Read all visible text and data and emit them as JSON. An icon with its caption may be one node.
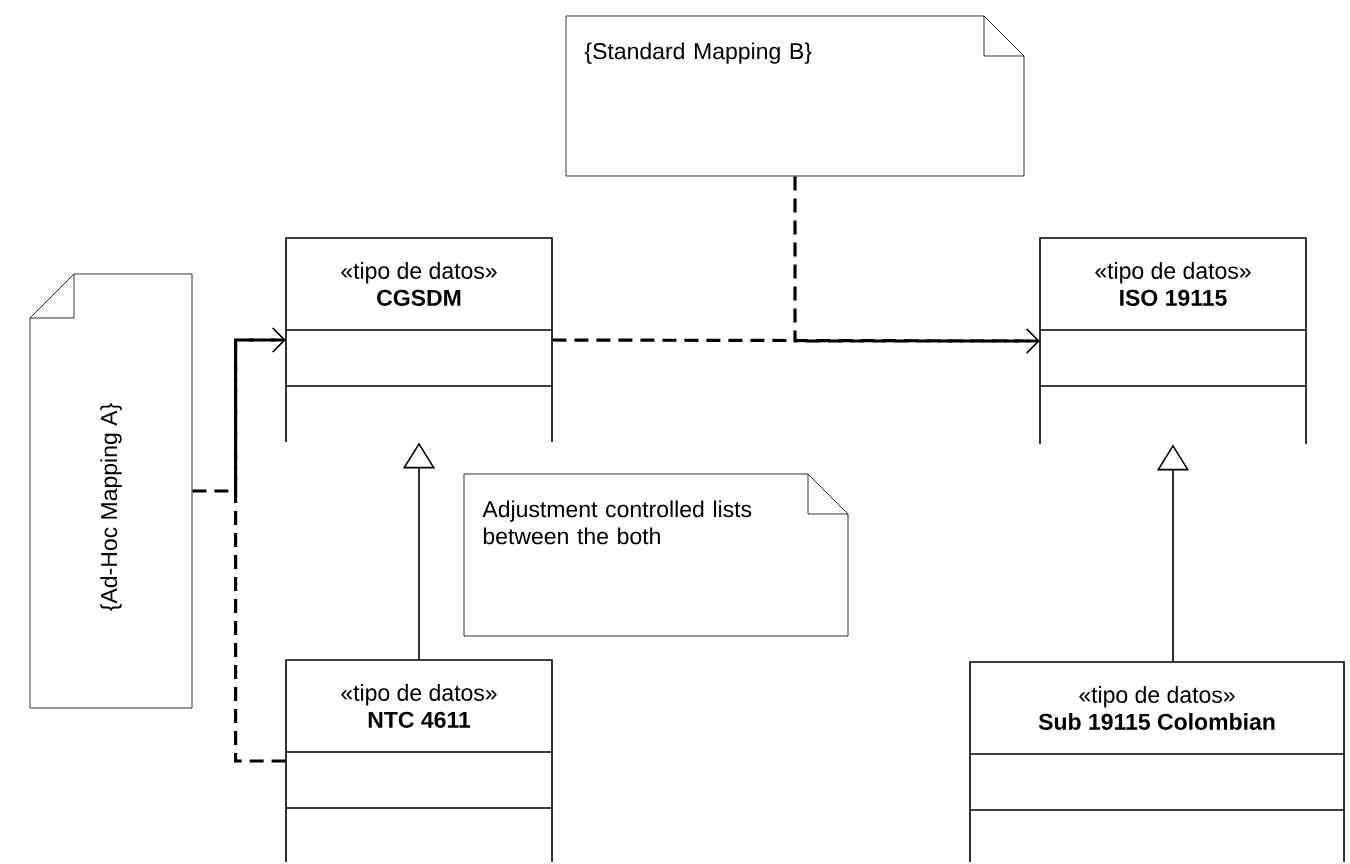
{
  "diagram": {
    "nodes": [
      {
        "text": [
          "{Standard Mapping B}"
        ]
      },
      {
        "text": [
          "«tipo de datos»",
          "CGSDM"
        ]
      },
      {
        "text": [
          "«tipo de datos»",
          "ISO 19115"
        ]
      },
      {
        "text": [
          "{Ad-Hoc Mapping A}"
        ]
      },
      {
        "text": [
          "Adjustment controlled lists between the both"
        ]
      },
      {
        "text": [
          "«tipo de datos»",
          "NTC 4611"
        ]
      },
      {
        "text": [
          "«tipo de datos»",
          "Sub 19115 Colombian"
        ]
      }
    ],
    "edges": [
      {
        "from": 1,
        "to": 2,
        "arrow": "to",
        "style": "dashed"
      },
      {
        "from": 0,
        "to": 2,
        "arrow": "to",
        "style": "dashed"
      },
      {
        "from": 5,
        "to": 1,
        "arrow": "to",
        "style": "dashed"
      },
      {
        "from": 3,
        "to": 1,
        "arrow": "to",
        "style": "dashed"
      },
      {
        "from": 5,
        "to": 1,
        "arrow": "to"
      },
      {
        "from": 6,
        "to": 2,
        "arrow": "to"
      }
    ]
  }
}
